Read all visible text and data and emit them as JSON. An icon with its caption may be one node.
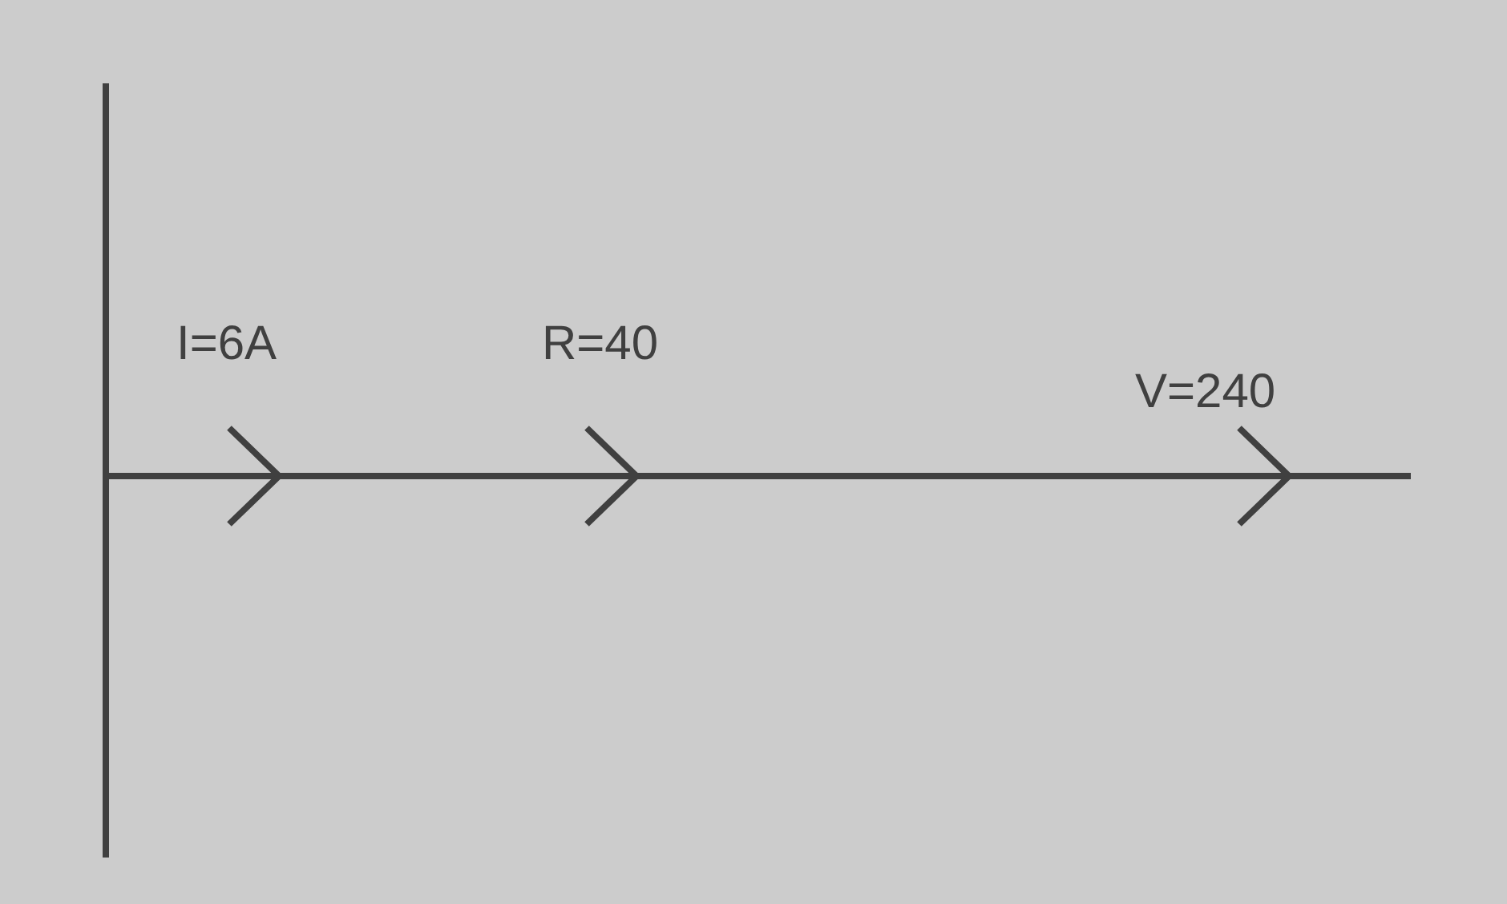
{
  "diagram": {
    "labels": [
      "I=6A",
      "R=40",
      "V=240"
    ]
  }
}
